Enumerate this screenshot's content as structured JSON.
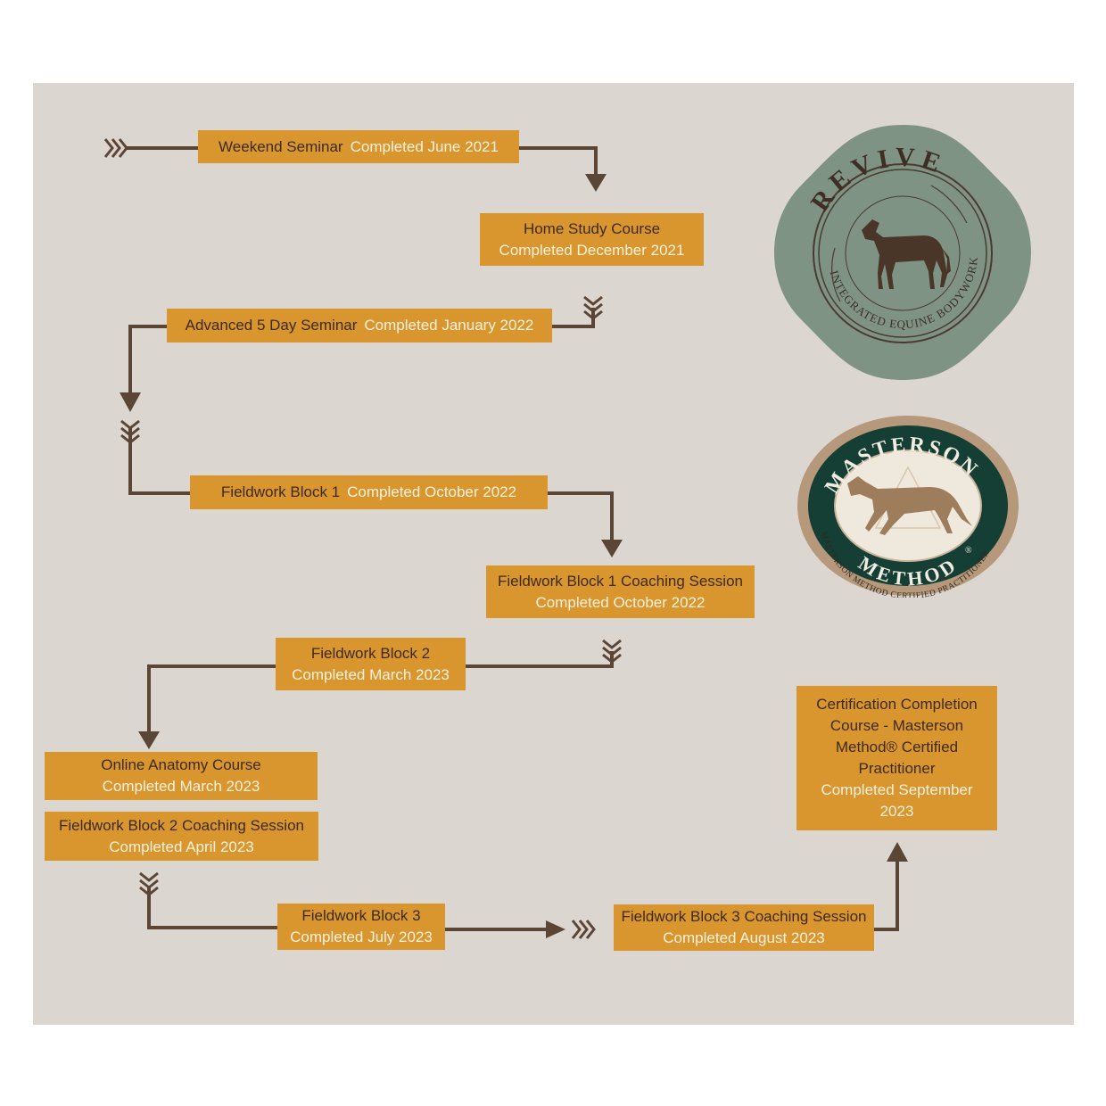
{
  "colors": {
    "panel": "#dcd6d1",
    "box": "#d9962e",
    "box_title": "#3d2a1c",
    "box_completed": "#fbf1dd",
    "line": "#5b4535",
    "revive_bg": "#7f9384",
    "masterson_green": "#153e35",
    "masterson_ring": "#b6987a"
  },
  "steps": [
    {
      "title": "Weekend Seminar",
      "completed": "Completed June 2021"
    },
    {
      "title": "Home Study Course",
      "completed": "Completed December 2021"
    },
    {
      "title": "Advanced 5 Day Seminar",
      "completed": "Completed January 2022"
    },
    {
      "title": "Fieldwork Block 1",
      "completed": "Completed October 2022"
    },
    {
      "title": "Fieldwork Block 1 Coaching Session",
      "completed": "Completed October 2022"
    },
    {
      "title": "Fieldwork Block 2",
      "completed": "Completed March 2023"
    },
    {
      "title": "Online Anatomy Course",
      "completed": "Completed March 2023"
    },
    {
      "title": "Fieldwork Block 2 Coaching Session",
      "completed": "Completed April 2023"
    },
    {
      "title": "Fieldwork Block 3",
      "completed": "Completed July 2023"
    },
    {
      "title": "Fieldwork Block 3 Coaching Session",
      "completed": "Completed August 2023"
    },
    {
      "title_lines": [
        "Certification Completion",
        "Course - Masterson",
        "Method® Certified",
        "Practitioner"
      ],
      "completed_lines": [
        "Completed September",
        "2023"
      ]
    }
  ],
  "logos": {
    "revive": {
      "name": "REVIVE",
      "tagline": "INTEGRATED EQUINE BODYWORK",
      "icon": "horse-icon"
    },
    "masterson": {
      "name": "MASTERSON",
      "method": "METHOD",
      "mark": "®",
      "tagline": "MASTERSON METHOD CERTIFIED PRACTITIONER",
      "icon": "horse-icon"
    }
  }
}
